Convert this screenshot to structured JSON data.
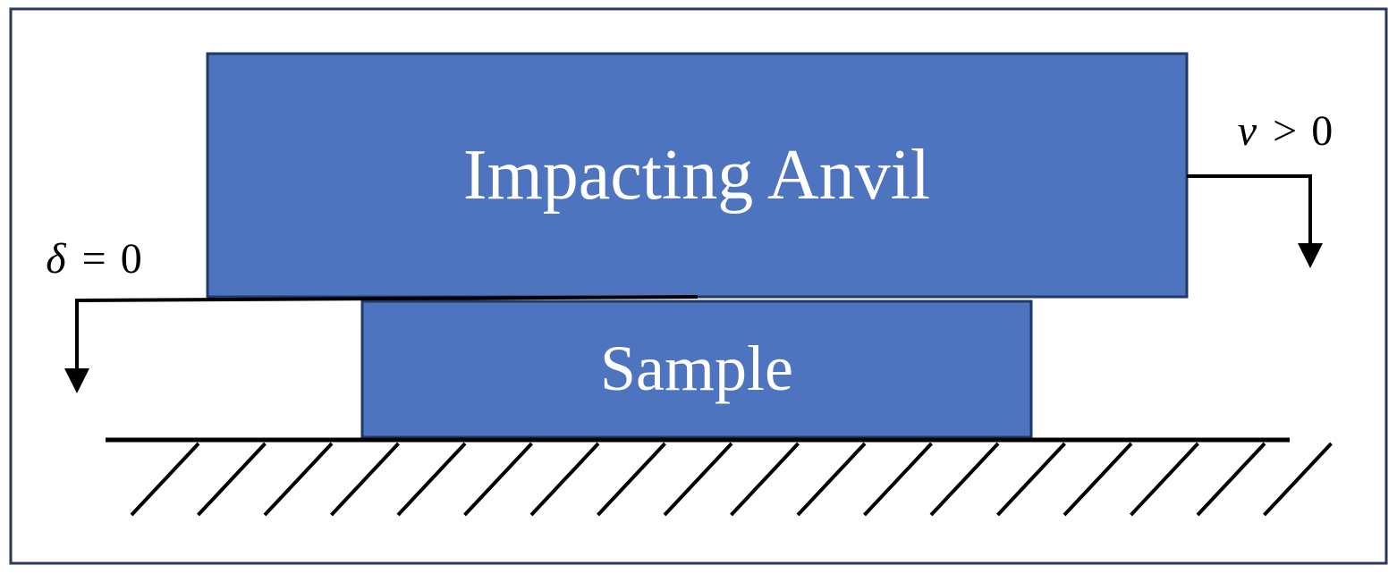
{
  "anvil": {
    "label": "Impacting Anvil",
    "color": "#4e74bf",
    "border_color": "#1f3a66"
  },
  "sample": {
    "label": "Sample",
    "color": "#4e74bf",
    "border_color": "#1f3a66"
  },
  "velocity": {
    "symbol": "v",
    "relation": ">",
    "value": "0"
  },
  "displacement": {
    "symbol": "δ",
    "relation": "=",
    "value": "0"
  },
  "frame": {
    "border_color": "#2a3a55"
  },
  "ground": {
    "icon": "hatched-ground-icon"
  }
}
